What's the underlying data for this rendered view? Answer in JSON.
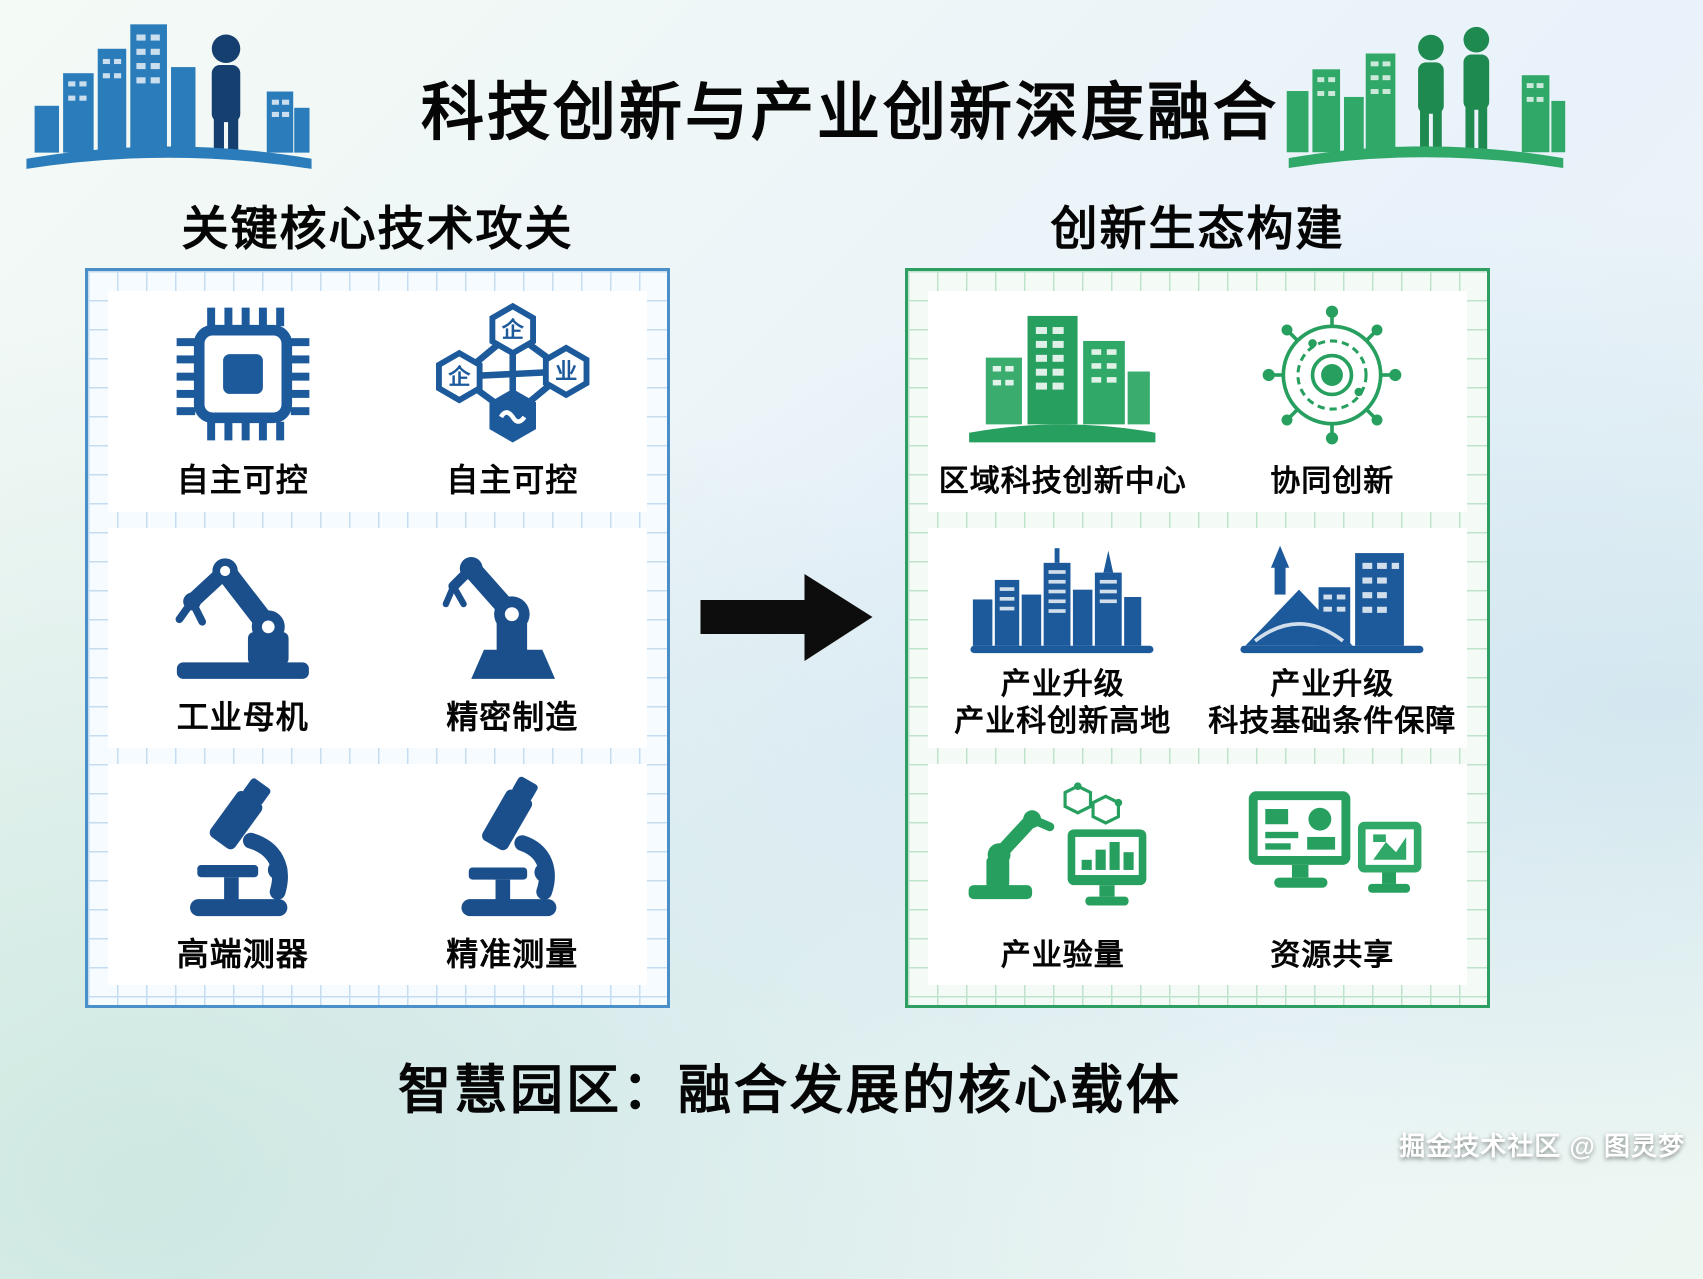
{
  "title": "科技创新与产业创新深度融合",
  "left_panel": {
    "header": "关键核心技术攻关",
    "items": [
      {
        "icon": "chip-icon",
        "label": "自主可控"
      },
      {
        "icon": "enterprise-hexagon-icon",
        "label": "自主可控"
      },
      {
        "icon": "robot-arm-icon",
        "label": "工业母机"
      },
      {
        "icon": "precision-robot-arm-icon",
        "label": "精密制造"
      },
      {
        "icon": "microscope-icon",
        "label": "高端测器"
      },
      {
        "icon": "measuring-microscope-icon",
        "label": "精准测量"
      }
    ]
  },
  "right_panel": {
    "header": "创新生态构建",
    "items": [
      {
        "icon": "green-buildings-icon",
        "label": "区域科技创新中心"
      },
      {
        "icon": "collaboration-network-icon",
        "label": "协同创新"
      },
      {
        "icon": "city-skyline-icon",
        "label": "产业升级",
        "label2": "产业科创新高地"
      },
      {
        "icon": "infrastructure-buildings-icon",
        "label": "产业升级",
        "label2": "科技基础条件保障"
      },
      {
        "icon": "robot-monitor-icon",
        "label": "产业验量"
      },
      {
        "icon": "shared-monitors-icon",
        "label": "资源共享"
      }
    ]
  },
  "hex_icon": {
    "top": "企",
    "left": "企",
    "right": "业"
  },
  "footer": "智慧园区：融合发展的核心载体",
  "watermark": "掘金技术社区 @ 图灵梦",
  "colors": {
    "blue": "#1d5a9b",
    "dark_blue": "#1b4f8c",
    "green": "#27a05f",
    "left_border": "#4a8fc7",
    "right_border": "#2f9e63",
    "arrow": "#0d0d0d"
  }
}
